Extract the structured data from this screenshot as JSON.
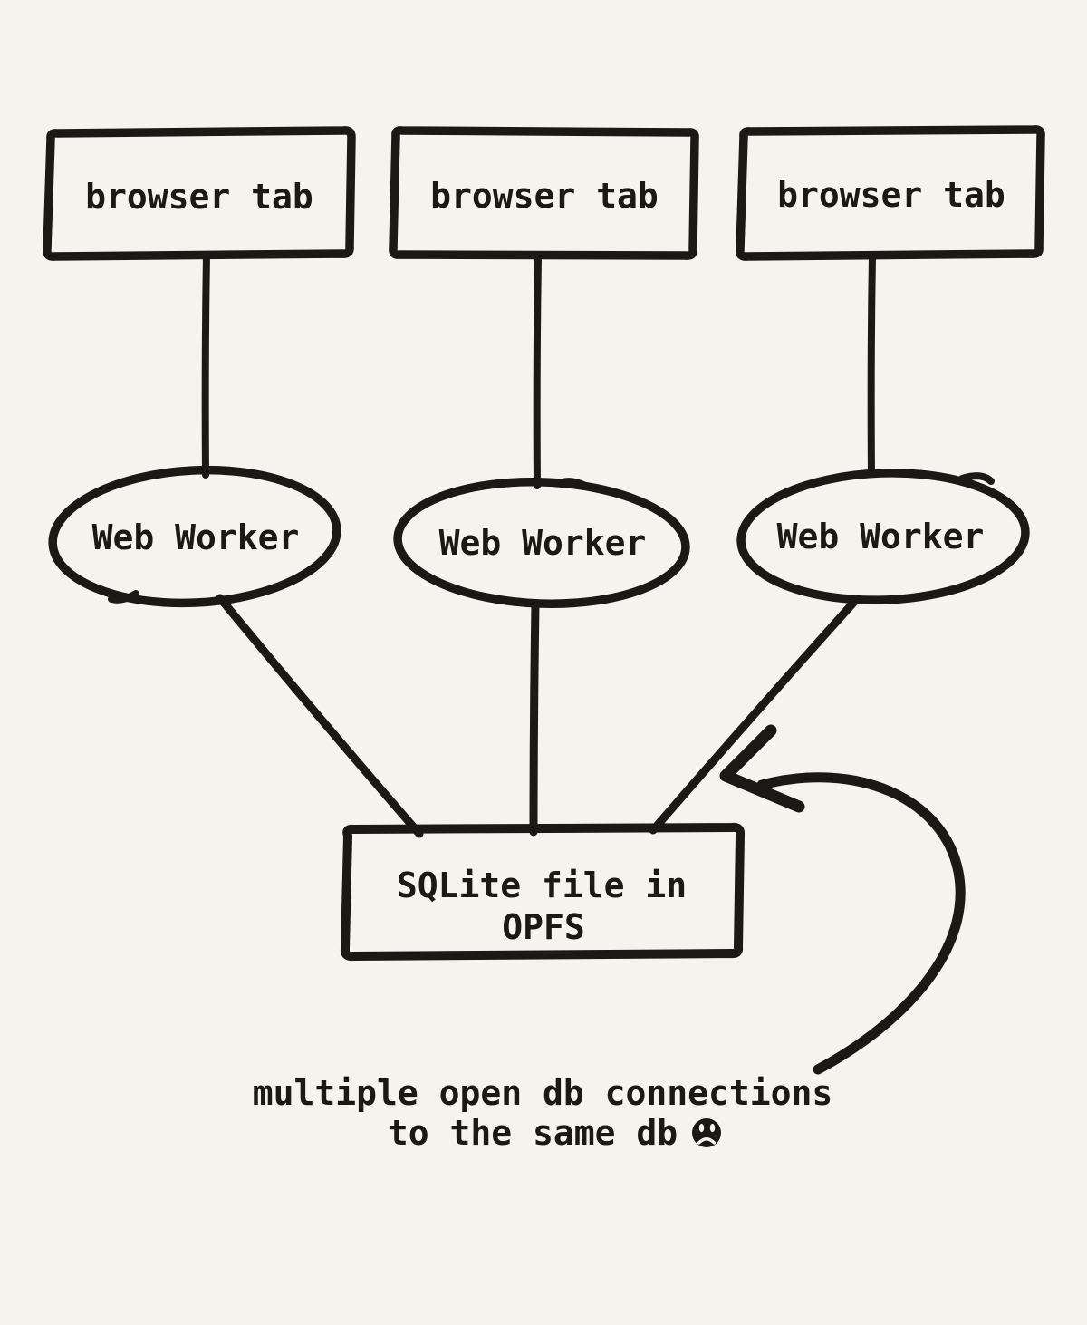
{
  "colors": {
    "background": "#f5f3ee",
    "ink": "#1b1816"
  },
  "nodes": {
    "browser_tabs": [
      {
        "label": "browser tab"
      },
      {
        "label": "browser tab"
      },
      {
        "label": "browser tab"
      }
    ],
    "web_workers": [
      {
        "label": "Web Worker"
      },
      {
        "label": "Web Worker"
      },
      {
        "label": "Web Worker"
      }
    ],
    "sqlite_file": {
      "line1": "SQLite file in",
      "line2": "OPFS"
    }
  },
  "edges": [
    {
      "from": "browser-tab-1",
      "to": "web-worker-1"
    },
    {
      "from": "browser-tab-2",
      "to": "web-worker-2"
    },
    {
      "from": "browser-tab-3",
      "to": "web-worker-3"
    },
    {
      "from": "web-worker-1",
      "to": "sqlite-file"
    },
    {
      "from": "web-worker-2",
      "to": "sqlite-file"
    },
    {
      "from": "web-worker-3",
      "to": "sqlite-file"
    }
  ],
  "annotation": {
    "caption_line1": "multiple open db connections",
    "caption_line2": "to the same db",
    "emoji": "frowning-face",
    "arrow_points_to": "web-worker-3-to-sqlite-connection"
  }
}
